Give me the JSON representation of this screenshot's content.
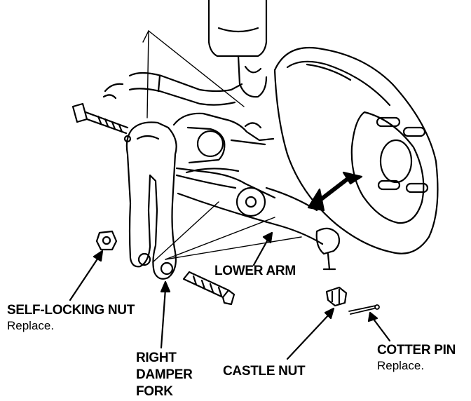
{
  "labels": {
    "lower_arm": "LOWER ARM",
    "self_locking_nut": "SELF-LOCKING NUT",
    "self_locking_nut_note": "Replace.",
    "right_damper_fork_l1": "RIGHT",
    "right_damper_fork_l2": "DAMPER",
    "right_damper_fork_l3": "FORK",
    "castle_nut": "CASTLE NUT",
    "cotter_pin": "COTTER PIN",
    "cotter_pin_note": "Replace."
  },
  "colors": {
    "ink": "#000000",
    "paper": "#ffffff"
  }
}
